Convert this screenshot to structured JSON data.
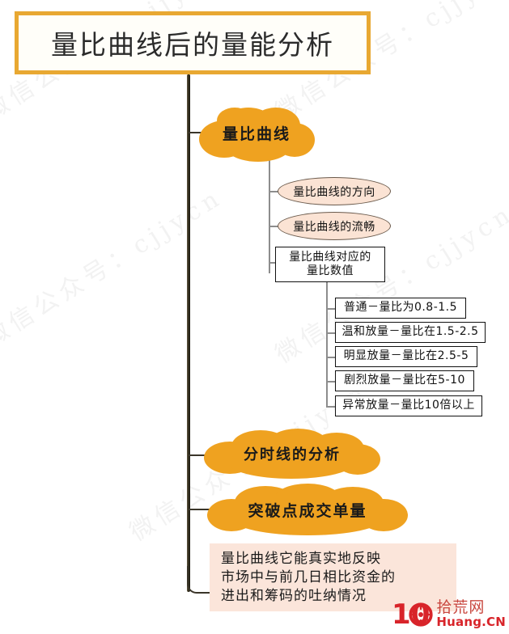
{
  "title": {
    "text": "量比曲线后的量能分析"
  },
  "branches": [
    {
      "id": "volume-ratio-curve",
      "label": "量比曲线",
      "shape": "cloud"
    },
    {
      "id": "intraday-line-analysis",
      "label": "分时线的分析",
      "shape": "cloud"
    },
    {
      "id": "breakout-order-volume",
      "label": "突破点成交单量",
      "shape": "cloud"
    }
  ],
  "subnodes": [
    {
      "id": "curve-direction",
      "label": "量比曲线的方向",
      "shape": "ellipse"
    },
    {
      "id": "curve-smoothness",
      "label": "量比曲线的流畅",
      "shape": "ellipse"
    },
    {
      "id": "curve-values",
      "line1": "量比曲线对应的",
      "line2": "量比数值",
      "shape": "rect"
    }
  ],
  "values": [
    {
      "id": "normal",
      "label": "普通－量比为0.8-1.5"
    },
    {
      "id": "mild-volume",
      "label": "温和放量－量比在1.5-2.5"
    },
    {
      "id": "obvious-volume",
      "label": "明显放量－量比在2.5-5"
    },
    {
      "id": "strong-volume",
      "label": "剧烈放量－量比在5-10"
    },
    {
      "id": "abnormal-volume",
      "label": "异常放量－量比10倍以上"
    }
  ],
  "summary": {
    "line1": "量比曲线它能真实地反映",
    "line2": "市场中与前几日相比资金的",
    "line3": "进出和筹码的吐纳情况"
  },
  "watermarks": [
    "微信公众号：cjjycn",
    "微信公众号：cjjycn",
    "微信公众号：cjjycn",
    "微信公众号：cjjycn",
    "微信公众号：cjjycn"
  ],
  "logo": {
    "number": "10",
    "cn": "拾荒网",
    "en": "Huang.CN"
  },
  "colors": {
    "title_border": "#e8a832",
    "cloud_fill": "#efa220",
    "ellipse_fill": "#fbe3d4",
    "summary_fill": "#fbe5da",
    "trunk": "#2e2a22",
    "logo_red": "#d8242a"
  }
}
